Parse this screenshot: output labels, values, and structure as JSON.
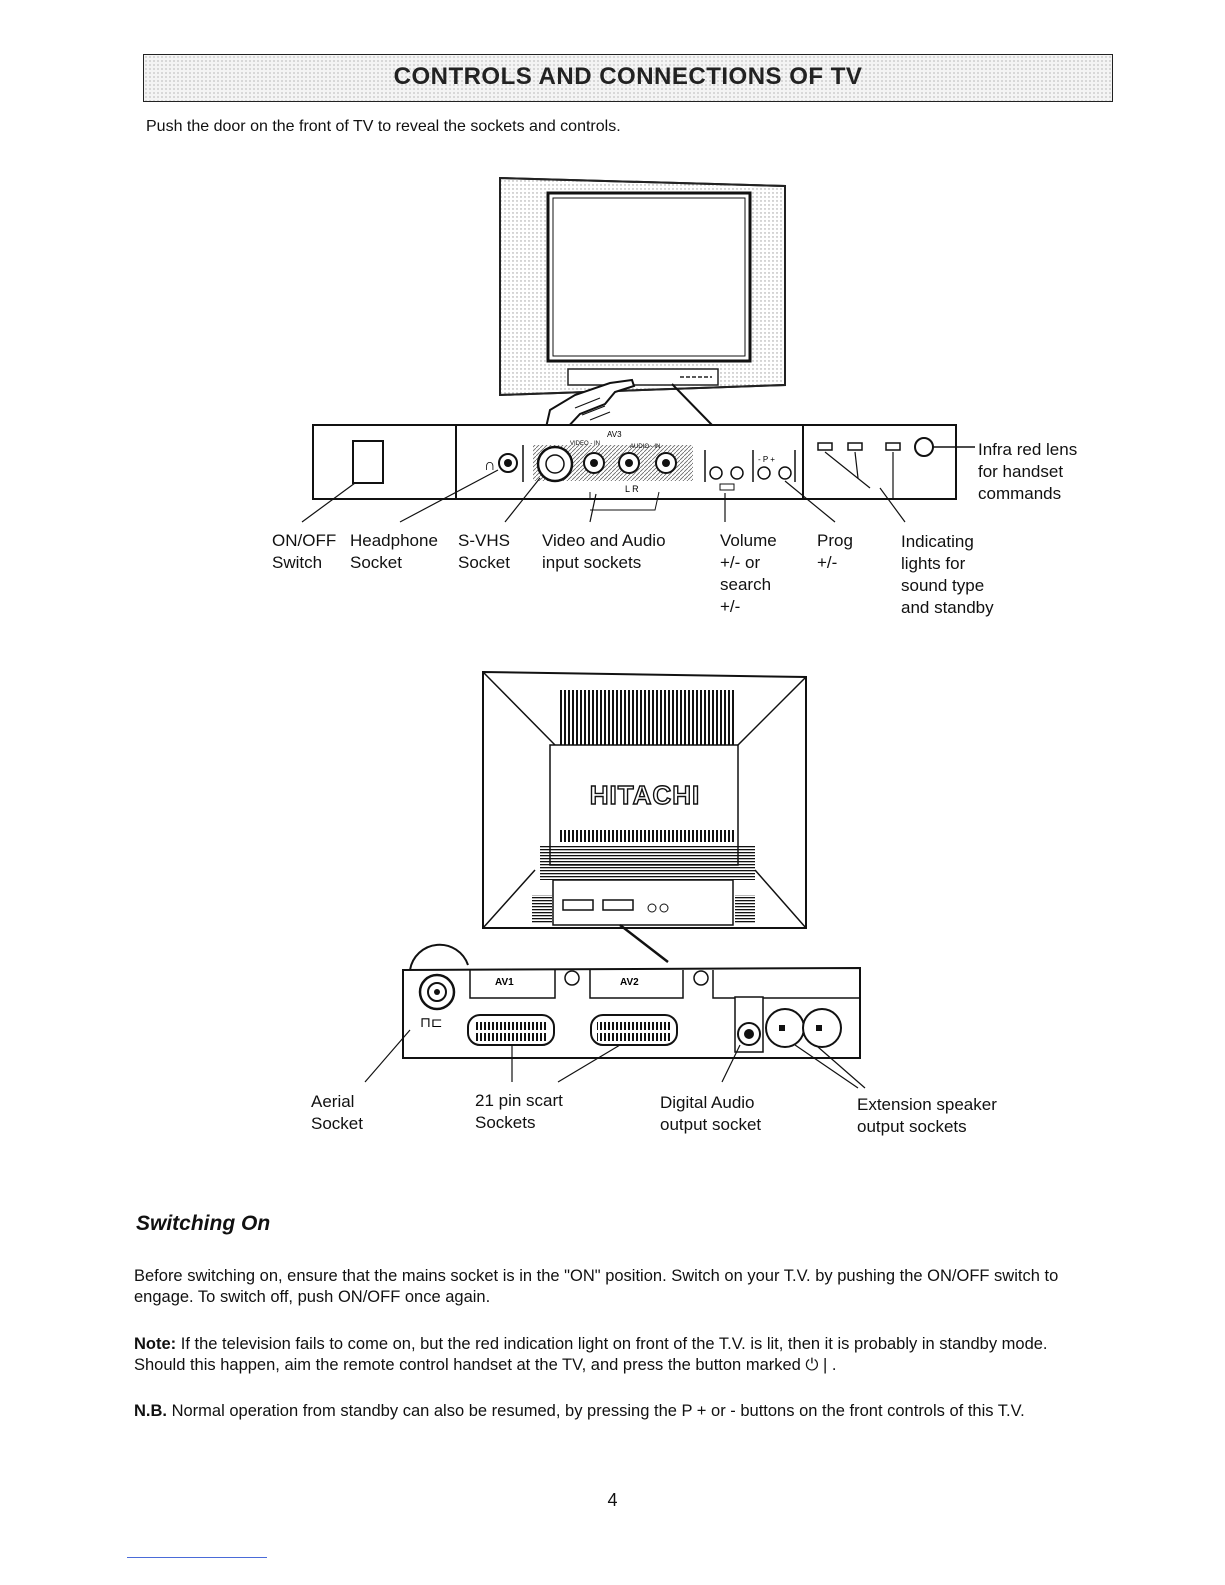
{
  "header": {
    "title": "CONTROLS AND CONNECTIONS OF TV"
  },
  "intro": "Push the door on the front of TV to reveal the sockets and controls.",
  "front_panel": {
    "panel_markings": {
      "av3": "AV3",
      "video_in": "VIDEO - IN",
      "audio_in": "AUDIO - IN",
      "lr": "L  R",
      "prog": "- P +"
    },
    "labels": {
      "on_off": "ON/OFF\nSwitch",
      "headphone": "Headphone\nSocket",
      "svhs": "S-VHS\nSocket",
      "video_audio": "Video and Audio\ninput sockets",
      "volume": "Volume\n+/- or\nsearch\n+/-",
      "prog": "Prog\n+/-",
      "indicating": "Indicating\nlights for\nsound type\nand standby",
      "infrared": "Infra red lens\nfor handset\ncommands"
    }
  },
  "rear_panel": {
    "brand": "HITACHI",
    "panel_markings": {
      "av1": "AV1",
      "av2": "AV2"
    },
    "labels": {
      "aerial": "Aerial\nSocket",
      "scart": "21 pin scart\nSockets",
      "digital_audio": "Digital Audio\noutput socket",
      "extension": "Extension speaker\noutput sockets"
    }
  },
  "switching_on": {
    "heading": "Switching On",
    "para1": "Before switching on, ensure that the mains socket is in the \"ON\" position. Switch on your T.V. by pushing the ON/OFF switch to engage. To switch off, push ON/OFF once again.",
    "note_label": "Note:",
    "note_text": " If the television fails to come on, but the red indication light on front of the T.V. is lit, then it is probably in standby mode. Should this happen, aim the remote control handset at the TV, and press the button marked ⏻ | .",
    "nb_label": "N.B.",
    "nb_text": " Normal operation from standby can also be resumed, by pressing the P + or - buttons on the front controls of this T.V."
  },
  "page_number": "4"
}
